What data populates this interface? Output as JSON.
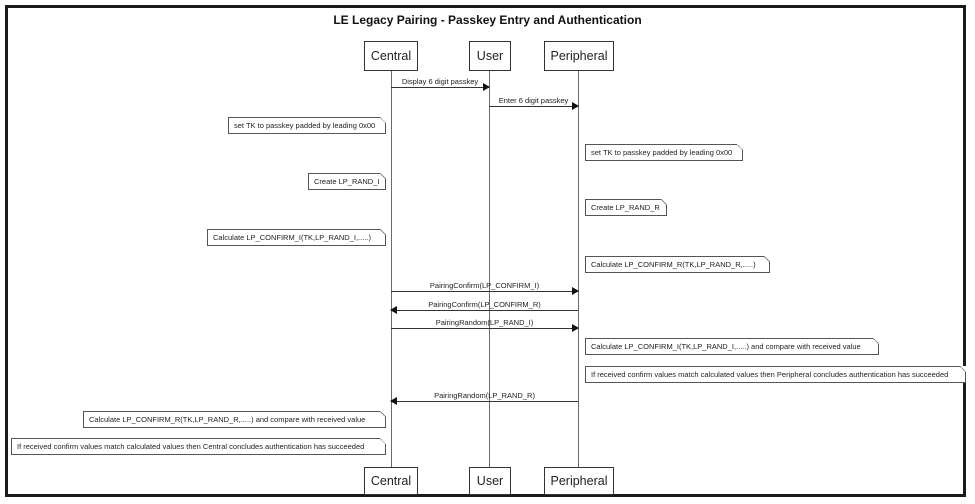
{
  "title": "LE Legacy Pairing - Passkey Entry and Authentication",
  "participants": {
    "central": "Central",
    "user": "User",
    "peripheral": "Peripheral"
  },
  "messages": [
    {
      "from": "Central",
      "to": "User",
      "label": "Display 6 digit passkey"
    },
    {
      "from": "User",
      "to": "Peripheral",
      "label": "Enter 6 digit passkey"
    },
    {
      "from": "Central",
      "to": "Peripheral",
      "label": "PairingConfirm(LP_CONFIRM_I)"
    },
    {
      "from": "Peripheral",
      "to": "Central",
      "label": "PairingConfirm(LP_CONFIRM_R)"
    },
    {
      "from": "Central",
      "to": "Peripheral",
      "label": "PairingRandom(LP_RAND_I)"
    },
    {
      "from": "Peripheral",
      "to": "Central",
      "label": "PairingRandom(LP_RAND_R)"
    }
  ],
  "notes": {
    "central_tk": "set TK to passkey padded by leading 0x00",
    "peripheral_tk": "set TK to passkey padded by leading 0x00",
    "central_rand": "Create LP_RAND_I",
    "peripheral_rand": "Create LP_RAND_R",
    "central_confirm": "Calculate LP_CONFIRM_I(TK,LP_RAND_I,.....)",
    "peripheral_confirm": "Calculate LP_CONFIRM_R(TK,LP_RAND_R,.....)",
    "peripheral_compare": "Calculate LP_CONFIRM_I(TK,LP_RAND_I,.....) and compare with received value",
    "peripheral_result": "If received confirm values match calculated values then Peripheral concludes authentication has succeeded",
    "central_compare": "Calculate LP_CONFIRM_R(TK,LP_RAND_R,.....) and compare with received value",
    "central_result": "If received confirm values match calculated values then Central concludes authentication has succeeded"
  }
}
